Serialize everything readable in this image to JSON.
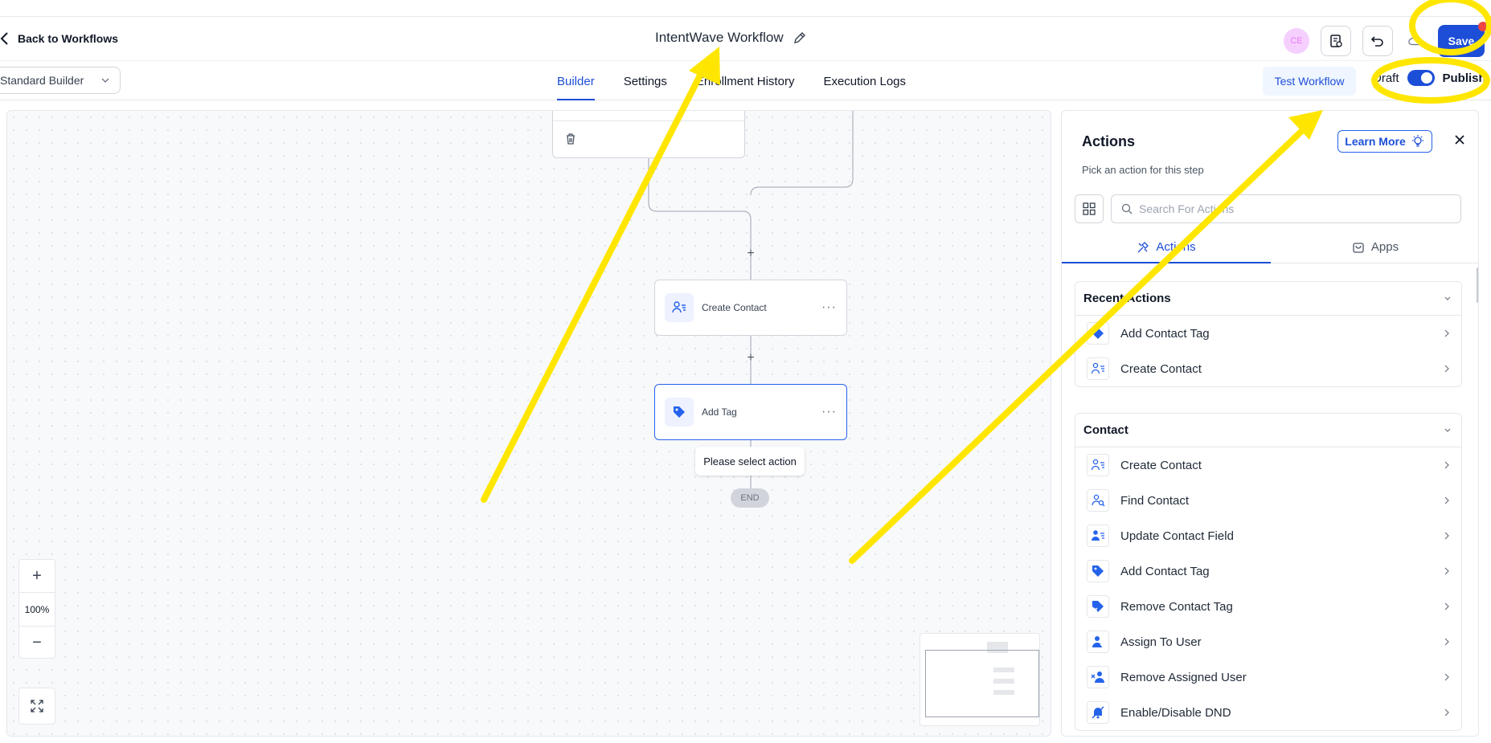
{
  "header": {
    "back_label": "Back to Workflows",
    "workflow_title": "IntentWave Workflow",
    "avatar_initials": "CE",
    "save_label": "Save"
  },
  "subbar": {
    "builder_select_value": "Standard Builder",
    "tabs": [
      {
        "label": "Builder",
        "active": true
      },
      {
        "label": "Settings",
        "active": false
      },
      {
        "label": "Enrollment History",
        "active": false
      },
      {
        "label": "Execution Logs",
        "active": false
      }
    ],
    "test_workflow_label": "Test Workflow",
    "draft_label": "Draft",
    "publish_label": "Publish",
    "publish_enabled": true
  },
  "canvas": {
    "nodes": [
      {
        "label": "Create Contact",
        "icon": "contact-list-icon"
      },
      {
        "label": "Add Tag",
        "icon": "tag-icon"
      }
    ],
    "tooltip": "Please select action",
    "end_label": "END",
    "zoom_level": "100%"
  },
  "panel": {
    "title": "Actions",
    "subtitle": "Pick an action for this step",
    "learn_more_label": "Learn More",
    "search_placeholder": "Search For Actions",
    "tabs": [
      {
        "label": "Actions",
        "active": true,
        "icon": "tools-icon"
      },
      {
        "label": "Apps",
        "active": false,
        "icon": "apps-bag-icon"
      }
    ],
    "sections": [
      {
        "title": "Recent Actions",
        "items": [
          {
            "label": "Add Contact Tag",
            "icon": "tag-icon"
          },
          {
            "label": "Create Contact",
            "icon": "contact-list-icon"
          }
        ]
      },
      {
        "title": "Contact",
        "items": [
          {
            "label": "Create Contact",
            "icon": "contact-list-icon"
          },
          {
            "label": "Find Contact",
            "icon": "find-contact-icon"
          },
          {
            "label": "Update Contact Field",
            "icon": "contact-card-icon"
          },
          {
            "label": "Add Contact Tag",
            "icon": "tag-icon"
          },
          {
            "label": "Remove Contact Tag",
            "icon": "remove-tag-icon"
          },
          {
            "label": "Assign To User",
            "icon": "assign-user-icon"
          },
          {
            "label": "Remove Assigned User",
            "icon": "remove-user-icon"
          },
          {
            "label": "Enable/Disable DND",
            "icon": "bell-off-icon"
          }
        ]
      }
    ]
  },
  "colors": {
    "accent": "#1d4ed8",
    "annotation": "#ffe600",
    "notification_dot": "#ef4444"
  }
}
